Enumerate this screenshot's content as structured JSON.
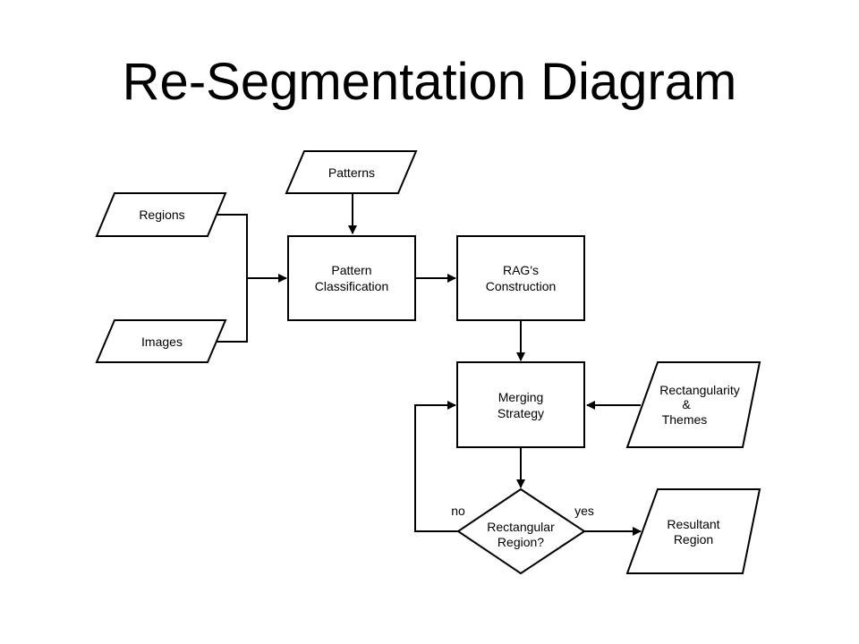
{
  "title": "Re-Segmentation Diagram",
  "nodes": {
    "patterns": {
      "shape": "parallelogram",
      "lines": [
        "Patterns"
      ]
    },
    "regions": {
      "shape": "parallelogram",
      "lines": [
        "Regions"
      ]
    },
    "images": {
      "shape": "parallelogram",
      "lines": [
        "Images"
      ]
    },
    "pattern_classification": {
      "shape": "rectangle",
      "lines": [
        "Pattern",
        "Classification"
      ]
    },
    "rags_construction": {
      "shape": "rectangle",
      "lines": [
        "RAG's",
        "Construction"
      ]
    },
    "merging_strategy": {
      "shape": "rectangle",
      "lines": [
        "Merging",
        "Strategy"
      ]
    },
    "rectangularity_themes": {
      "shape": "parallelogram",
      "lines": [
        "Rectangularity",
        "&",
        "Themes"
      ]
    },
    "rectangular_region": {
      "shape": "diamond",
      "lines": [
        "Rectangular",
        "Region?"
      ]
    },
    "resultant_region": {
      "shape": "parallelogram",
      "lines": [
        "Resultant",
        "Region"
      ]
    }
  },
  "edges": [
    {
      "from": "patterns",
      "to": "pattern_classification",
      "label": ""
    },
    {
      "from": "regions",
      "to": "pattern_classification",
      "label": ""
    },
    {
      "from": "images",
      "to": "pattern_classification",
      "label": ""
    },
    {
      "from": "pattern_classification",
      "to": "rags_construction",
      "label": ""
    },
    {
      "from": "rags_construction",
      "to": "merging_strategy",
      "label": ""
    },
    {
      "from": "rectangularity_themes",
      "to": "merging_strategy",
      "label": ""
    },
    {
      "from": "merging_strategy",
      "to": "rectangular_region",
      "label": ""
    },
    {
      "from": "rectangular_region",
      "to": "merging_strategy",
      "label": "no"
    },
    {
      "from": "rectangular_region",
      "to": "resultant_region",
      "label": "yes"
    }
  ],
  "colors": {
    "stroke": "#000000",
    "fill": "#ffffff",
    "text": "#000000"
  }
}
